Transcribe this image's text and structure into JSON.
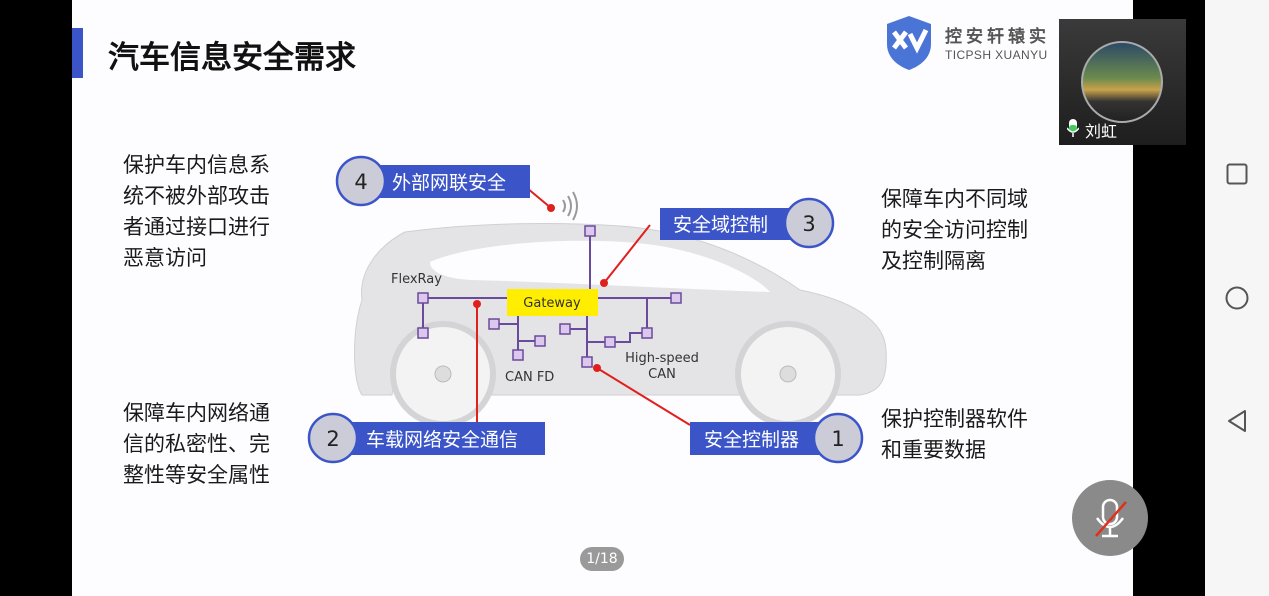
{
  "slide": {
    "title": "汽车信息安全需求",
    "logo": {
      "cn": "控安轩辕实",
      "en": "TICPSH XUANYU"
    },
    "text_top_left": [
      "保护车内信息系",
      "统不被外部攻击",
      "者通过接口进行",
      "恶意访问"
    ],
    "text_bottom_left": [
      "保障车内网络通",
      "信的私密性、完",
      "整性等安全属性"
    ],
    "text_top_right": [
      "保障车内不同域",
      "的安全访问控制",
      "及控制隔离"
    ],
    "text_bottom_right": [
      "保护控制器软件",
      "和重要数据"
    ],
    "diagram": {
      "labels": [
        {
          "num": "4",
          "text": "外部网联安全"
        },
        {
          "num": "3",
          "text": "安全域控制"
        },
        {
          "num": "2",
          "text": "车载网络安全通信"
        },
        {
          "num": "1",
          "text": "安全控制器"
        }
      ],
      "gateway": "Gateway",
      "flexray": "FlexRay",
      "canfd": "CAN FD",
      "hscan": [
        "High-speed",
        "CAN"
      ]
    }
  },
  "pager": "1/18",
  "video": {
    "name": "刘虹"
  },
  "colors": {
    "accent": "#3b55c9",
    "label_bg": "#3b55c9",
    "gateway": "#ffee00",
    "bus": "#6a4a9a",
    "pointer": "#e0201c"
  }
}
